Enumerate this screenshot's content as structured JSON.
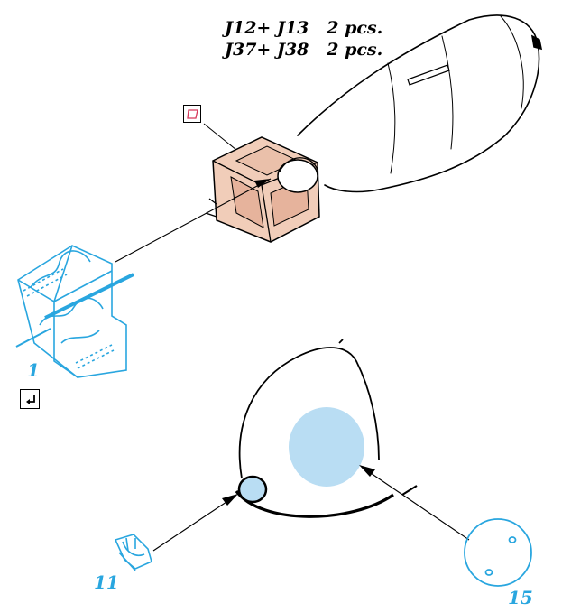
{
  "header": {
    "line1": "J12+ J13   2 pcs.",
    "line2": "J37+ J38   2 pcs."
  },
  "parts": {
    "p1": "1",
    "p11": "11",
    "p15": "15"
  },
  "icons": {
    "paint_icon": "paint-swatch-icon",
    "bend_icon": "bend-arrow-icon"
  },
  "colors": {
    "part_blue": "#29a6df",
    "fill_blue": "#b9ddf3",
    "pink_fill": "#f1cdb9",
    "pink_stroke": "#d6375a"
  }
}
